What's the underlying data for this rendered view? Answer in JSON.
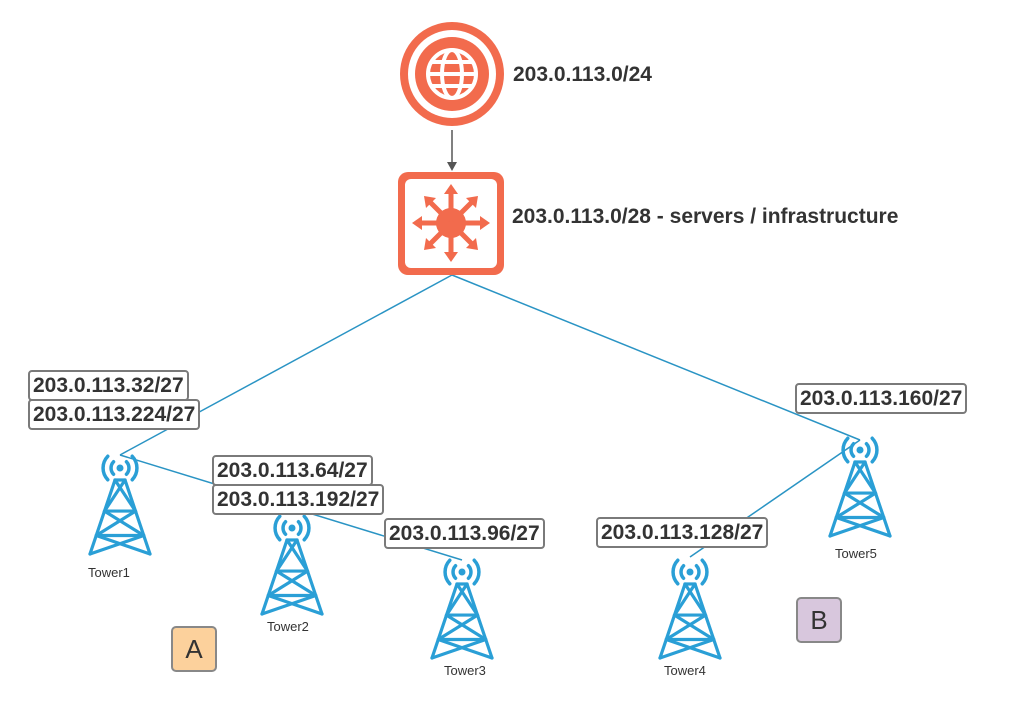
{
  "internet": {
    "subnet": "203.0.113.0/24",
    "icon": "globe-icon",
    "color": "#f26b4d"
  },
  "router": {
    "subnet": "203.0.113.0/28 - servers / infrastructure",
    "icon": "router-hub-icon",
    "color": "#f26b4d"
  },
  "link_color": "#2a94c4",
  "tower_color": "#2a9fd6",
  "towers": [
    {
      "name": "Tower1"
    },
    {
      "name": "Tower2"
    },
    {
      "name": "Tower3"
    },
    {
      "name": "Tower4"
    },
    {
      "name": "Tower5"
    }
  ],
  "subnet_labels": {
    "tower1_a": "203.0.113.32/27",
    "tower1_b": "203.0.113.224/27",
    "tower2_a": "203.0.113.64/27",
    "tower2_b": "203.0.113.192/27",
    "tower3": "203.0.113.96/27",
    "tower4": "203.0.113.128/27",
    "tower5": "203.0.113.160/27"
  },
  "markers": [
    {
      "letter": "A",
      "color": "#fcd19c"
    },
    {
      "letter": "B",
      "color": "#d8c7dd"
    }
  ]
}
